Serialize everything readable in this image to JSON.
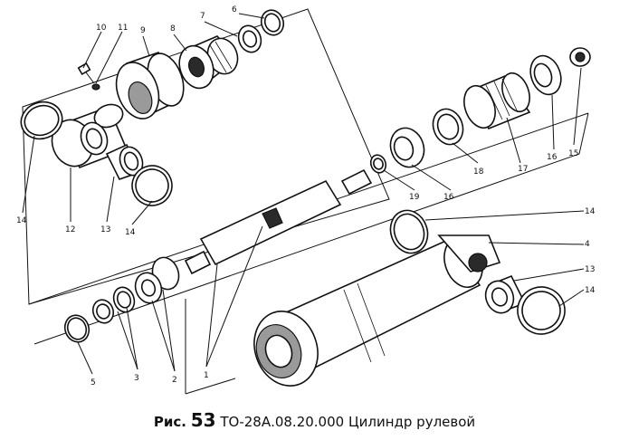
{
  "caption": {
    "prefix": "Рис.",
    "number": "53",
    "code": "ТО-28А.08.20.000",
    "title": "Цилиндр рулевой"
  },
  "callouts": {
    "c1": "1",
    "c2": "2",
    "c3": "3",
    "c4": "4",
    "c5": "5",
    "c6": "6",
    "c7": "7",
    "c8": "8",
    "c9": "9",
    "c10": "10",
    "c11": "11",
    "c12": "12",
    "c13a": "13",
    "c13b": "13",
    "c14a": "14",
    "c14b": "14",
    "c14c": "14",
    "c14d": "14",
    "c15": "15",
    "c16a": "16",
    "c16b": "16",
    "c17": "17",
    "c18": "18",
    "c19": "19"
  }
}
